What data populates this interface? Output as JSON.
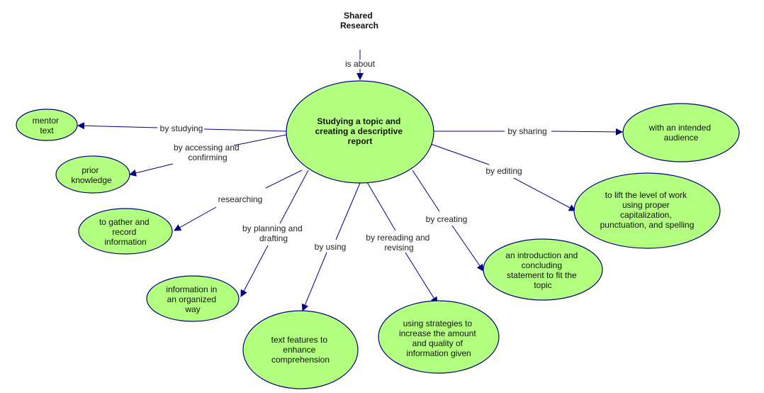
{
  "root": {
    "lines": [
      "Shared",
      "Research"
    ]
  },
  "center": {
    "lines": [
      "Studying a topic and",
      "creating a descriptive",
      "report"
    ]
  },
  "root_link": "is about",
  "links": [
    {
      "label": [
        "by studying"
      ]
    },
    {
      "label": [
        "by accessing and",
        "confirming"
      ]
    },
    {
      "label": [
        "researching"
      ]
    },
    {
      "label": [
        "by planning and",
        "drafting"
      ]
    },
    {
      "label": [
        "by using"
      ]
    },
    {
      "label": [
        "by rereading and",
        "revising"
      ]
    },
    {
      "label": [
        "by creating"
      ]
    },
    {
      "label": [
        "by editing"
      ]
    },
    {
      "label": [
        "by sharing"
      ]
    }
  ],
  "nodes": [
    {
      "lines": [
        "mentor",
        "text"
      ]
    },
    {
      "lines": [
        "prior",
        "knowledge"
      ]
    },
    {
      "lines": [
        "to gather and",
        "record",
        "information"
      ]
    },
    {
      "lines": [
        "information in",
        "an organized",
        "way"
      ]
    },
    {
      "lines": [
        "text features to",
        "enhance",
        "comprehension"
      ]
    },
    {
      "lines": [
        "using strategies to",
        "increase the amount",
        "and quality of",
        "information given"
      ]
    },
    {
      "lines": [
        "an introduction and",
        "concluding",
        "statement to fit the",
        "topic"
      ]
    },
    {
      "lines": [
        "to lift the level of work",
        "using proper",
        "capitalization,",
        "punctuation, and spelling"
      ]
    },
    {
      "lines": [
        "with an intended",
        "audience"
      ]
    }
  ],
  "colors": {
    "node_fill": "#b3ff80",
    "node_stroke": "#000080",
    "edge": "#000080"
  }
}
